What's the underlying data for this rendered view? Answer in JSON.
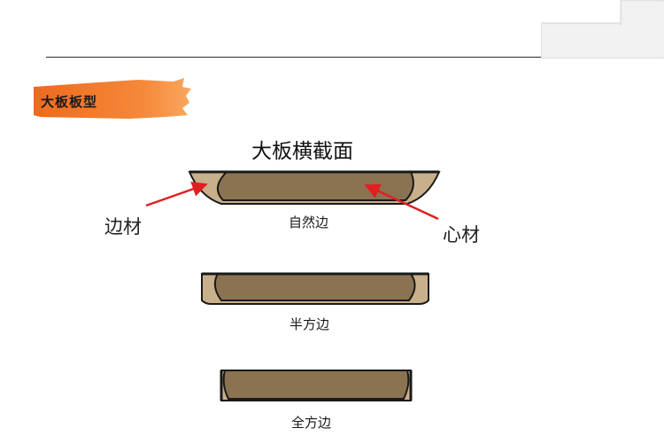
{
  "header": {
    "section_label": "大板板型",
    "accent_color": "#f07a2a"
  },
  "diagram": {
    "title": "大板横截面",
    "colors": {
      "heartwood": "#8b7352",
      "edge_wood": "#c8b08a",
      "outline": "#1a1a1a",
      "arrow": "#e02020"
    },
    "boards": [
      {
        "caption": "自然边"
      },
      {
        "caption": "半方边"
      },
      {
        "caption": "全方边"
      }
    ],
    "callouts": {
      "edge_wood": "边材",
      "heartwood": "心材"
    }
  }
}
